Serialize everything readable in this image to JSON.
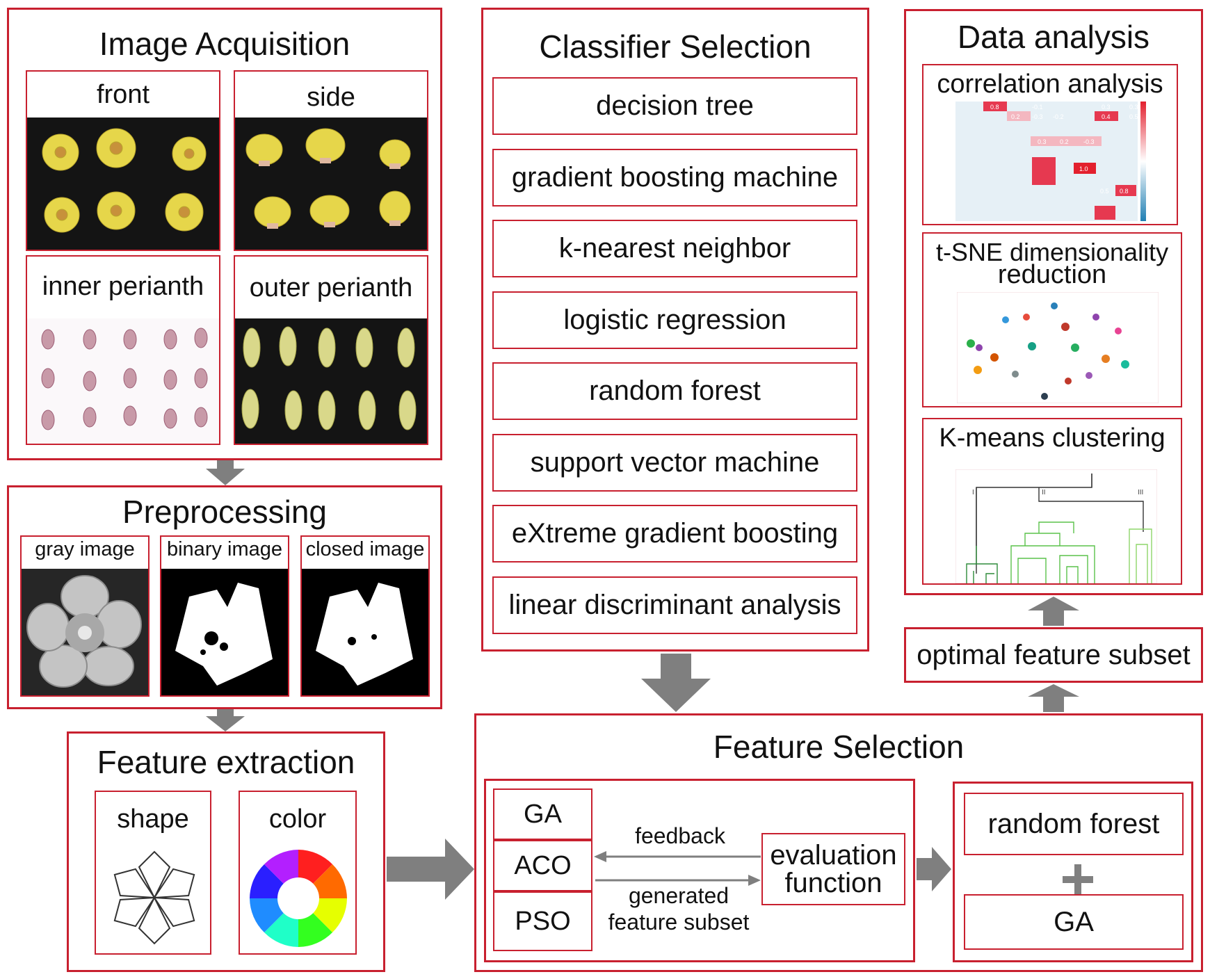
{
  "image_acquisition": {
    "title": "Image Acquisition",
    "panels": [
      "front",
      "side",
      "inner perianth",
      "outer perianth"
    ]
  },
  "preprocessing": {
    "title": "Preprocessing",
    "panels": [
      "gray image",
      "binary image",
      "closed image"
    ]
  },
  "feature_extraction": {
    "title": "Feature extraction",
    "panels": [
      "shape",
      "color"
    ]
  },
  "classifier_selection": {
    "title": "Classifier Selection",
    "items": [
      "decision tree",
      "gradient boosting machine",
      "k-nearest neighbor",
      "logistic regression",
      "random forest",
      "support vector machine",
      "eXtreme gradient boosting",
      "linear discriminant analysis"
    ]
  },
  "data_analysis": {
    "title": "Data analysis",
    "panels": [
      "correlation analysis",
      "t-SNE  dimensionality",
      "reduction",
      "K-means clustering"
    ],
    "heatmap_values": [
      "0.8",
      "-0.1",
      "0.3",
      "0.3",
      "0.2",
      "-0.3",
      "-0.2",
      "0.4",
      "0.5",
      "0.3",
      "0.2",
      "-0.3",
      "1.0",
      "0.5",
      "0.8"
    ],
    "dendrogram_labels": [
      "I",
      "II",
      "III"
    ]
  },
  "optimal_feature_subset": "optimal feature subset",
  "feature_selection": {
    "title": "Feature Selection",
    "algorithms": [
      "GA",
      "ACO",
      "PSO"
    ],
    "feedback": "feedback",
    "generated": [
      "generated",
      "feature subset"
    ],
    "evaluation": [
      "evaluation",
      "function"
    ],
    "combo": [
      "random forest",
      "+",
      "GA"
    ]
  },
  "colors": {
    "border": "#c8202f",
    "arrow": "#7f7f7f",
    "flower": "#e6d64a"
  }
}
